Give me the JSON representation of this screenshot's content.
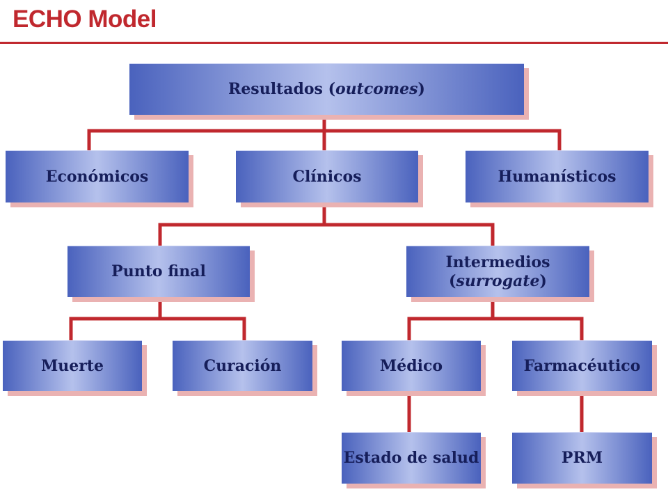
{
  "title": "ECHO Model",
  "colors": {
    "title": "#c0282e",
    "connector": "#c0282e",
    "box_edge": "#4a62bd",
    "box_center": "#b5c1ec",
    "box_shadow": "#eab2b2",
    "box_text": "#161e5a"
  },
  "nodes": {
    "resultados": {
      "label": "Resultados (",
      "italic": "outcomes",
      "suffix": ")"
    },
    "economicos": {
      "label": "Económicos"
    },
    "clinicos": {
      "label": "Clínicos"
    },
    "humanisticos": {
      "label": "Humanísticos"
    },
    "punto_final": {
      "label": "Punto final"
    },
    "intermedios": {
      "line1": "Intermedios",
      "prefix": "(",
      "italic": "surrogate",
      "suffix": ")"
    },
    "muerte": {
      "label": "Muerte"
    },
    "curacion": {
      "label": "Curación"
    },
    "medico": {
      "label": "Médico"
    },
    "farmaceutico": {
      "label": "Farmacéutico"
    },
    "estado_salud": {
      "label": "Estado de salud"
    },
    "prm": {
      "label": "PRM"
    }
  }
}
